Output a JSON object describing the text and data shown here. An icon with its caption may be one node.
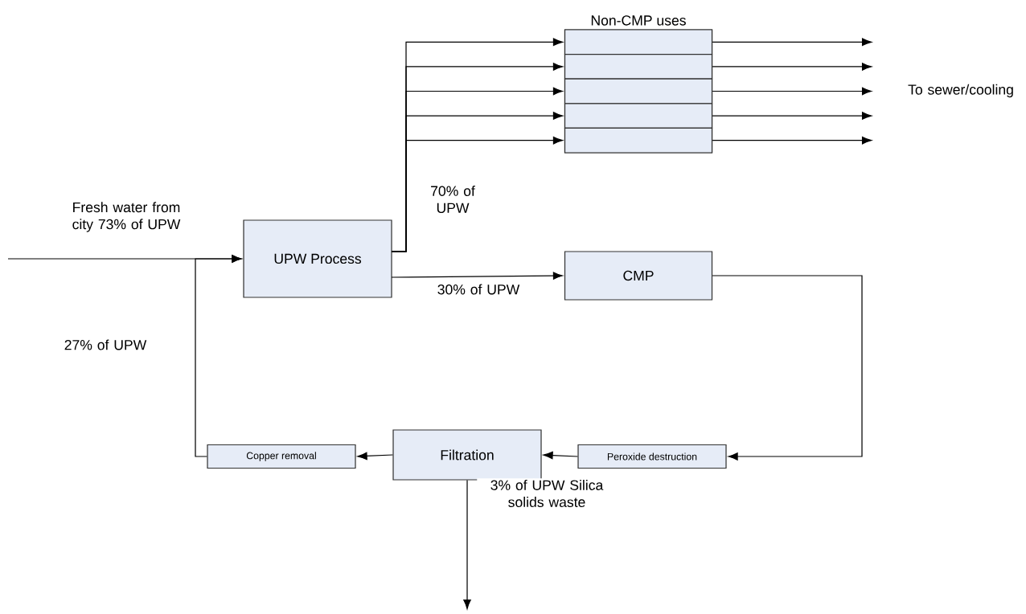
{
  "diagram": {
    "nodes": [
      {
        "text": [
          "UPW Process"
        ]
      },
      {
        "text": [
          "CMP"
        ]
      },
      {
        "text": [
          "Peroxide destruction"
        ]
      },
      {
        "text": [
          "Filtration"
        ]
      },
      {
        "text": [
          "Copper removal"
        ]
      },
      {
        "text": [
          "Non-CMP uses"
        ]
      },
      {
        "text": [],
        "shape": "box",
        "in": 5
      },
      {
        "text": [],
        "shape": "box",
        "in": 5
      },
      {
        "text": [],
        "shape": "box",
        "in": 5
      },
      {
        "text": [],
        "shape": "box",
        "in": 5
      },
      {
        "text": [],
        "shape": "box",
        "in": 5
      }
    ],
    "edges": [
      {
        "from": null,
        "to": 0,
        "arrow": "to",
        "label": "Fresh water from city 73% of UPW"
      },
      {
        "from": 0,
        "to": 6,
        "arrow": "to"
      },
      {
        "from": 0,
        "to": 7,
        "arrow": "to"
      },
      {
        "from": 0,
        "to": 8,
        "arrow": "to"
      },
      {
        "from": 0,
        "to": 9,
        "arrow": "to"
      },
      {
        "from": 0,
        "to": 10,
        "arrow": "to",
        "label": "70% of UPW"
      },
      {
        "from": 0,
        "to": 1,
        "arrow": "to",
        "label": "30% of UPW"
      },
      {
        "from": 1,
        "to": 2,
        "arrow": "to"
      },
      {
        "from": 2,
        "to": 3,
        "arrow": "to"
      },
      {
        "from": 3,
        "to": 4,
        "arrow": "to"
      },
      {
        "from": 4,
        "to": 0,
        "arrow": "to",
        "label": "27% of UPW"
      },
      {
        "from": 3,
        "to": null,
        "arrow": "to",
        "label": "3% of UPW Silica solids waste"
      },
      {
        "from": 6,
        "to": null,
        "arrow": "to"
      },
      {
        "from": 7,
        "to": null,
        "arrow": "to"
      },
      {
        "from": 8,
        "to": null,
        "arrow": "to",
        "label": "To sewer/cooling"
      },
      {
        "from": 9,
        "to": null,
        "arrow": "to"
      },
      {
        "from": 10,
        "to": null,
        "arrow": "to"
      }
    ]
  }
}
